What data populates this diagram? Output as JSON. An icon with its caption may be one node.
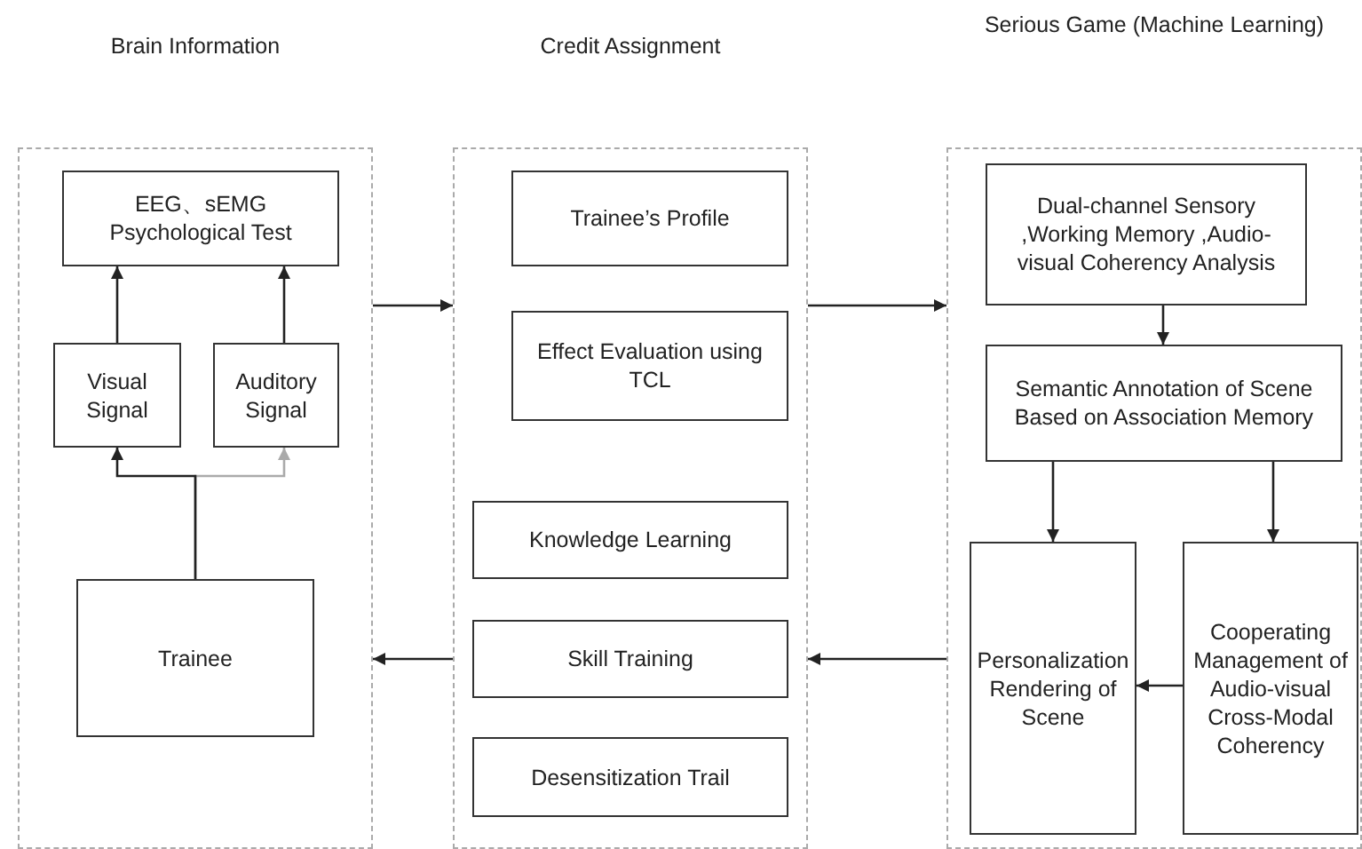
{
  "diagram": {
    "nodes": [
      {
        "text": [
          "Brain Information"
        ]
      },
      {
        "text": [
          "Credit Assignment"
        ]
      },
      {
        "text": [
          "Serious Game (Machine Learning)"
        ]
      },
      {
        "text": [
          "EEG、sEMG Psychological Test"
        ],
        "in": 0
      },
      {
        "text": [
          "Visual Signal"
        ],
        "in": 0
      },
      {
        "text": [
          "Auditory Signal"
        ],
        "in": 0
      },
      {
        "text": [
          "Trainee"
        ],
        "in": 0
      },
      {
        "text": [
          "Trainee’s Profile"
        ],
        "in": 1
      },
      {
        "text": [
          "Effect Evaluation using TCL"
        ],
        "in": 1
      },
      {
        "text": [
          "Knowledge Learning"
        ],
        "in": 1
      },
      {
        "text": [
          "Skill Training"
        ],
        "in": 1
      },
      {
        "text": [
          "Desensitization Trail"
        ],
        "in": 1
      },
      {
        "text": [
          "Dual-channel Sensory ,Working Memory ,Audio-visual Coherency Analysis"
        ],
        "in": 2
      },
      {
        "text": [
          "Semantic Annotation of Scene Based on Association Memory"
        ],
        "in": 2
      },
      {
        "text": [
          "Personalization Rendering of Scene"
        ],
        "in": 2
      },
      {
        "text": [
          "Cooperating Management of Audio-visual Cross-Modal Coherency"
        ],
        "in": 2
      }
    ],
    "edges": [
      {
        "from": 4,
        "to": 3,
        "arrow": "to"
      },
      {
        "from": 5,
        "to": 3,
        "arrow": "to"
      },
      {
        "from": 6,
        "to": 4,
        "arrow": "to"
      },
      {
        "from": 6,
        "to": 5,
        "arrow": "to",
        "color": "#aaaaaa"
      },
      {
        "from": 0,
        "to": 1,
        "arrow": "to"
      },
      {
        "from": 1,
        "to": 2,
        "arrow": "to"
      },
      {
        "from": 2,
        "to": 1,
        "arrow": "to"
      },
      {
        "from": 1,
        "to": 0,
        "arrow": "to"
      },
      {
        "from": 12,
        "to": 13,
        "arrow": "to"
      },
      {
        "from": 13,
        "to": 14,
        "arrow": "to"
      },
      {
        "from": 13,
        "to": 15,
        "arrow": "to"
      },
      {
        "from": 15,
        "to": 14,
        "arrow": "to"
      }
    ]
  }
}
